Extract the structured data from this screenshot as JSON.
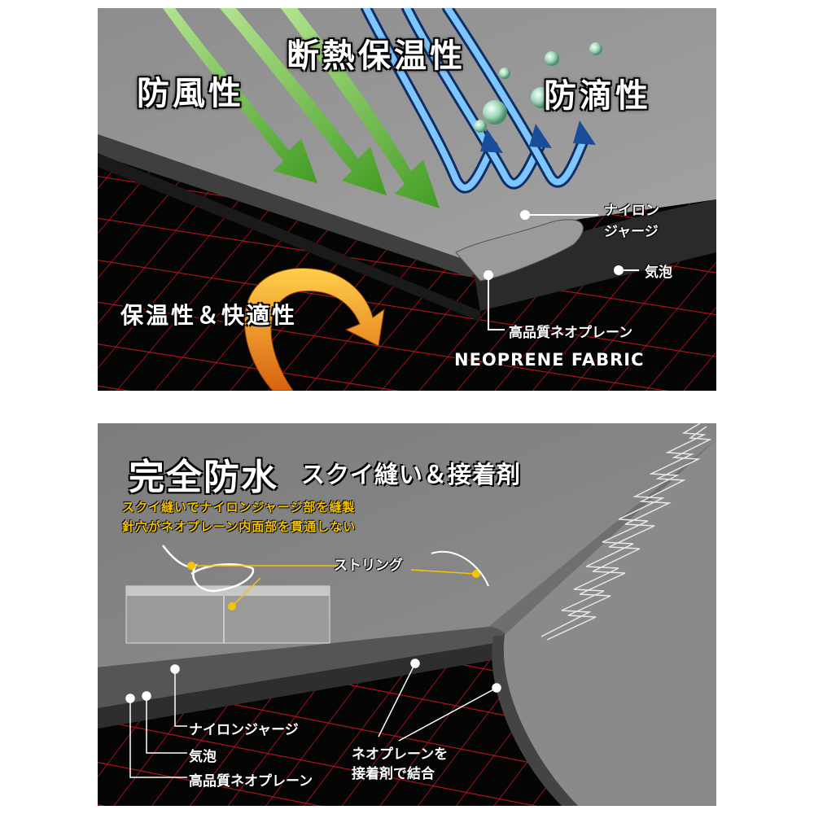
{
  "top_panel": {
    "heat_insulation": "断熱保温性",
    "windproof": "防風性",
    "water_repellent": "防滴性",
    "warmth_comfort": "保温性＆快適性",
    "nylon_jersey": "ナイロン\nジャージ",
    "air_bubbles": "気泡",
    "neoprene_jp": "高品質ネオプレーン",
    "neoprene_en": "NEOPRENE FABRIC"
  },
  "bottom_panel": {
    "title_main": "完全防水",
    "title_sub": "スクイ縫い＆接着剤",
    "desc_line1": "スクイ縫いでナイロンジャージ部を縫製",
    "desc_line2": "針穴がネオプレーン内面部を貫通しない",
    "string_label": "ストリング",
    "nylon_jersey": "ナイロンジャージ",
    "air_bubbles": "気泡",
    "neoprene_jp": "高品質ネオプレーン",
    "bond_line1": "ネオプレーンを",
    "bond_line2": "接着剤で結合"
  },
  "colors": {
    "grid_red": "#c0141c",
    "arrow_green": "#6cc23a",
    "arrow_blue": "#2a6fb8",
    "arrow_orange": "#f39a1e",
    "label_yellow": "#f5c400"
  }
}
